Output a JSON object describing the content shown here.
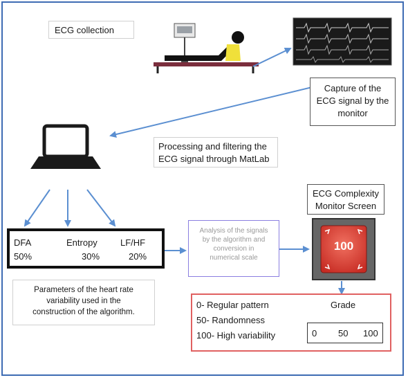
{
  "diagram": {
    "labels": {
      "ecg_collection": "ECG collection",
      "capture": [
        "Capture of the",
        "ECG signal by the",
        "monitor"
      ],
      "processing": [
        "Processing and filtering the",
        "ECG signal through MatLab"
      ],
      "complexity_title": [
        "ECG Complexity",
        "Monitor Screen"
      ],
      "analysis": [
        "Analysis of the signals",
        "by the algorithm and",
        "conversion in",
        "numerical scale"
      ],
      "parameters_note": [
        "Parameters of the heart rate",
        "variability used in the",
        "construction of the algorithm."
      ]
    },
    "parameters": [
      {
        "name": "DFA",
        "weight": "50%"
      },
      {
        "name": "Entropy",
        "weight": "30%"
      },
      {
        "name": "LF/HF",
        "weight": "20%"
      }
    ],
    "monitor_value": "100",
    "grade": {
      "items": [
        "0- Regular pattern",
        "50- Randomness",
        "100- High variability"
      ],
      "title": "Grade",
      "ticks": [
        "0",
        "50",
        "100"
      ]
    }
  },
  "colors": {
    "arrow": "#5b8fd1",
    "frame": "#3d6bb3",
    "monitor_red": "#d9342b",
    "analysis_border": "#8a7ee0",
    "grade_border": "#e06060",
    "patient_shirt": "#f0e03a",
    "bed": "#7b2e3d"
  }
}
